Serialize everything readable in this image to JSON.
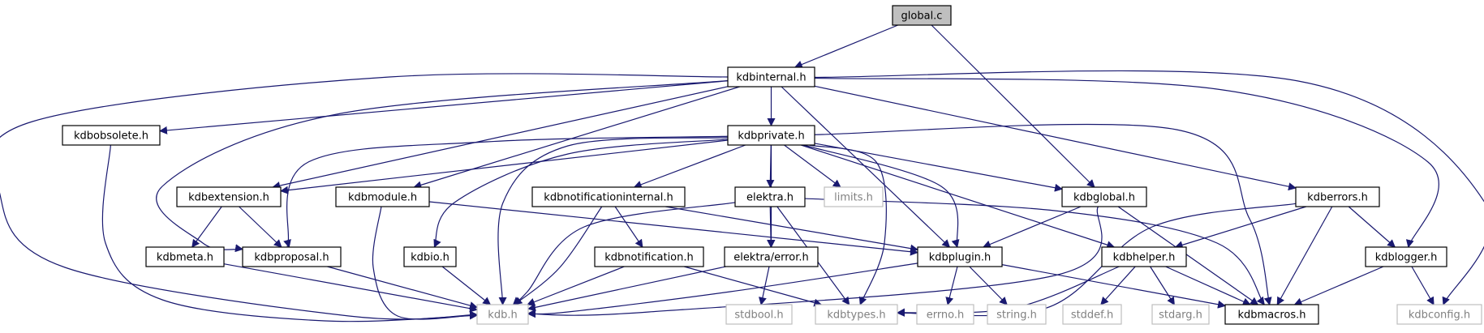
{
  "graph": {
    "colors": {
      "edge": "#191970",
      "node_border": "#000000",
      "node_fill": "#ffffff",
      "highlight_fill": "#bfbfbf",
      "external_border": "#bfbfbf",
      "external_text": "#808080",
      "text": "#000000"
    },
    "nodes": [
      {
        "id": "global_c",
        "label": "global.c",
        "kind": "root"
      },
      {
        "id": "kdbinternal",
        "label": "kdbinternal.h",
        "kind": "header"
      },
      {
        "id": "kdbobsolete",
        "label": "kdbobsolete.h",
        "kind": "header"
      },
      {
        "id": "kdbprivate",
        "label": "kdbprivate.h",
        "kind": "header"
      },
      {
        "id": "kdbextension",
        "label": "kdbextension.h",
        "kind": "header"
      },
      {
        "id": "kdbmodule",
        "label": "kdbmodule.h",
        "kind": "header"
      },
      {
        "id": "kdbnotificationinternal",
        "label": "kdbnotificationinternal.h",
        "kind": "header"
      },
      {
        "id": "elektra",
        "label": "elektra.h",
        "kind": "header"
      },
      {
        "id": "limits",
        "label": "limits.h",
        "kind": "external"
      },
      {
        "id": "kdbglobal",
        "label": "kdbglobal.h",
        "kind": "header"
      },
      {
        "id": "kdberrors",
        "label": "kdberrors.h",
        "kind": "header"
      },
      {
        "id": "kdbmeta",
        "label": "kdbmeta.h",
        "kind": "header"
      },
      {
        "id": "kdbproposal",
        "label": "kdbproposal.h",
        "kind": "header"
      },
      {
        "id": "kdbio",
        "label": "kdbio.h",
        "kind": "header"
      },
      {
        "id": "kdbnotification",
        "label": "kdbnotification.h",
        "kind": "header"
      },
      {
        "id": "elektra_error",
        "label": "elektra/error.h",
        "kind": "header"
      },
      {
        "id": "kdbplugin",
        "label": "kdbplugin.h",
        "kind": "header"
      },
      {
        "id": "kdbhelper",
        "label": "kdbhelper.h",
        "kind": "header"
      },
      {
        "id": "kdblogger",
        "label": "kdblogger.h",
        "kind": "header"
      },
      {
        "id": "kdb",
        "label": "kdb.h",
        "kind": "external"
      },
      {
        "id": "stdbool",
        "label": "stdbool.h",
        "kind": "external"
      },
      {
        "id": "kdbtypes",
        "label": "kdbtypes.h",
        "kind": "external"
      },
      {
        "id": "errno",
        "label": "errno.h",
        "kind": "external"
      },
      {
        "id": "string",
        "label": "string.h",
        "kind": "external"
      },
      {
        "id": "stddef",
        "label": "stddef.h",
        "kind": "external"
      },
      {
        "id": "stdarg",
        "label": "stdarg.h",
        "kind": "external"
      },
      {
        "id": "kdbmacros",
        "label": "kdbmacros.h",
        "kind": "header"
      },
      {
        "id": "kdbconfig",
        "label": "kdbconfig.h",
        "kind": "external"
      }
    ],
    "edges": [
      {
        "from": "global_c",
        "to": "kdbinternal"
      },
      {
        "from": "global_c",
        "to": "kdbglobal"
      },
      {
        "from": "kdbinternal",
        "to": "kdb"
      },
      {
        "from": "kdbinternal",
        "to": "kdbobsolete"
      },
      {
        "from": "kdbinternal",
        "to": "kdbprivate"
      },
      {
        "from": "kdbinternal",
        "to": "kdbextension"
      },
      {
        "from": "kdbinternal",
        "to": "kdbproposal"
      },
      {
        "from": "kdbinternal",
        "to": "kdbmodule"
      },
      {
        "from": "kdbinternal",
        "to": "kdbplugin"
      },
      {
        "from": "kdbinternal",
        "to": "kdberrors"
      },
      {
        "from": "kdbinternal",
        "to": "kdblogger"
      },
      {
        "from": "kdbinternal",
        "to": "kdbconfig"
      },
      {
        "from": "kdbobsolete",
        "to": "kdb"
      },
      {
        "from": "kdbprivate",
        "to": "kdbextension"
      },
      {
        "from": "kdbprivate",
        "to": "kdbproposal"
      },
      {
        "from": "kdbprivate",
        "to": "kdbio"
      },
      {
        "from": "kdbprivate",
        "to": "kdb"
      },
      {
        "from": "kdbprivate",
        "to": "kdbnotificationinternal"
      },
      {
        "from": "kdbprivate",
        "to": "elektra"
      },
      {
        "from": "kdbprivate",
        "to": "elektra_error"
      },
      {
        "from": "kdbprivate",
        "to": "limits"
      },
      {
        "from": "kdbprivate",
        "to": "kdbtypes"
      },
      {
        "from": "kdbprivate",
        "to": "kdbplugin"
      },
      {
        "from": "kdbprivate",
        "to": "kdbglobal"
      },
      {
        "from": "kdbprivate",
        "to": "kdbhelper"
      },
      {
        "from": "kdbprivate",
        "to": "kdbmacros"
      },
      {
        "from": "kdbextension",
        "to": "kdbmeta"
      },
      {
        "from": "kdbextension",
        "to": "kdbproposal"
      },
      {
        "from": "kdbmodule",
        "to": "kdb"
      },
      {
        "from": "kdbmodule",
        "to": "kdbplugin"
      },
      {
        "from": "kdbnotificationinternal",
        "to": "kdb"
      },
      {
        "from": "kdbnotificationinternal",
        "to": "kdbnotification"
      },
      {
        "from": "kdbnotificationinternal",
        "to": "kdbplugin"
      },
      {
        "from": "elektra",
        "to": "kdb"
      },
      {
        "from": "elektra",
        "to": "elektra_error"
      },
      {
        "from": "elektra",
        "to": "kdbtypes"
      },
      {
        "from": "elektra",
        "to": "kdbmacros"
      },
      {
        "from": "kdbglobal",
        "to": "kdb"
      },
      {
        "from": "kdbglobal",
        "to": "kdbplugin"
      },
      {
        "from": "kdbglobal",
        "to": "kdbmacros"
      },
      {
        "from": "kdberrors",
        "to": "kdbtypes"
      },
      {
        "from": "kdberrors",
        "to": "kdbhelper"
      },
      {
        "from": "kdberrors",
        "to": "kdbmacros"
      },
      {
        "from": "kdberrors",
        "to": "kdblogger"
      },
      {
        "from": "kdbmeta",
        "to": "kdb"
      },
      {
        "from": "kdbproposal",
        "to": "kdb"
      },
      {
        "from": "kdbio",
        "to": "kdb"
      },
      {
        "from": "kdbnotification",
        "to": "kdb"
      },
      {
        "from": "kdbnotification",
        "to": "kdbtypes"
      },
      {
        "from": "elektra_error",
        "to": "kdb"
      },
      {
        "from": "elektra_error",
        "to": "stdbool"
      },
      {
        "from": "kdbplugin",
        "to": "kdb"
      },
      {
        "from": "kdbplugin",
        "to": "errno"
      },
      {
        "from": "kdbplugin",
        "to": "string"
      },
      {
        "from": "kdbplugin",
        "to": "kdbmacros"
      },
      {
        "from": "kdbhelper",
        "to": "kdbtypes"
      },
      {
        "from": "kdbhelper",
        "to": "stddef"
      },
      {
        "from": "kdbhelper",
        "to": "stdarg"
      },
      {
        "from": "kdbhelper",
        "to": "kdbmacros"
      },
      {
        "from": "kdblogger",
        "to": "kdbmacros"
      },
      {
        "from": "kdblogger",
        "to": "kdbconfig"
      }
    ]
  }
}
